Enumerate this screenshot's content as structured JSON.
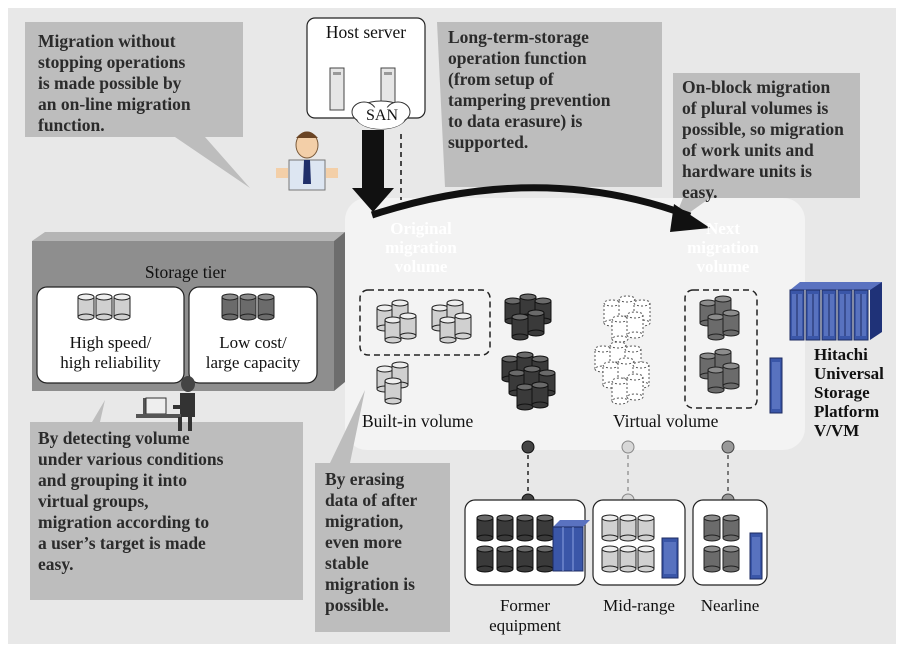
{
  "colors": {
    "page_bg": "#e8e8e8",
    "callout_bg": "#bdbdbd",
    "panel_bg": "#f3f3f3",
    "tier_bg": "#8e8e8e",
    "arrow": "#111111",
    "dark_disk": "#3a3a3a",
    "light_disk": "#d0d0d0",
    "rack_blue": "#3a56a8"
  },
  "host": {
    "label": "Host server",
    "san_label": "SAN"
  },
  "callouts": {
    "top_left": "Migration without\nstopping operations\nis made possible by\nan on-line migration\nfunction.",
    "top_center": "Long-term-storage\noperation function\n(from setup of\ntampering prevention\nto data erasure) is\nsupported.",
    "top_right": "On-block migration\nof plural volumes is\npossible, so migration\nof work units and\nhardware units is\neasy.",
    "bottom_left": "By detecting volume\nunder various conditions\nand grouping it into\nvirtual groups,\nmigration according to\na user’s target is made\neasy.",
    "bottom_center": "By erasing\ndata of after\nmigration,\neven more\nstable\nmigration is\npossible."
  },
  "storage_tier": {
    "title": "Storage tier",
    "high": "High speed/\nhigh reliability",
    "low": "Low cost/\nlarge capacity"
  },
  "volumes": {
    "original": "Original\nmigration\nvolume",
    "next": "Next\nmigration\nvolume",
    "built_in": "Built-in volume",
    "virtual": "Virtual volume"
  },
  "platform": {
    "name": "Hitachi\nUniversal\nStorage\nPlatform\nV/VM"
  },
  "external": {
    "former": "Former\nequipment",
    "mid": "Mid-range",
    "nearline": "Nearline"
  }
}
